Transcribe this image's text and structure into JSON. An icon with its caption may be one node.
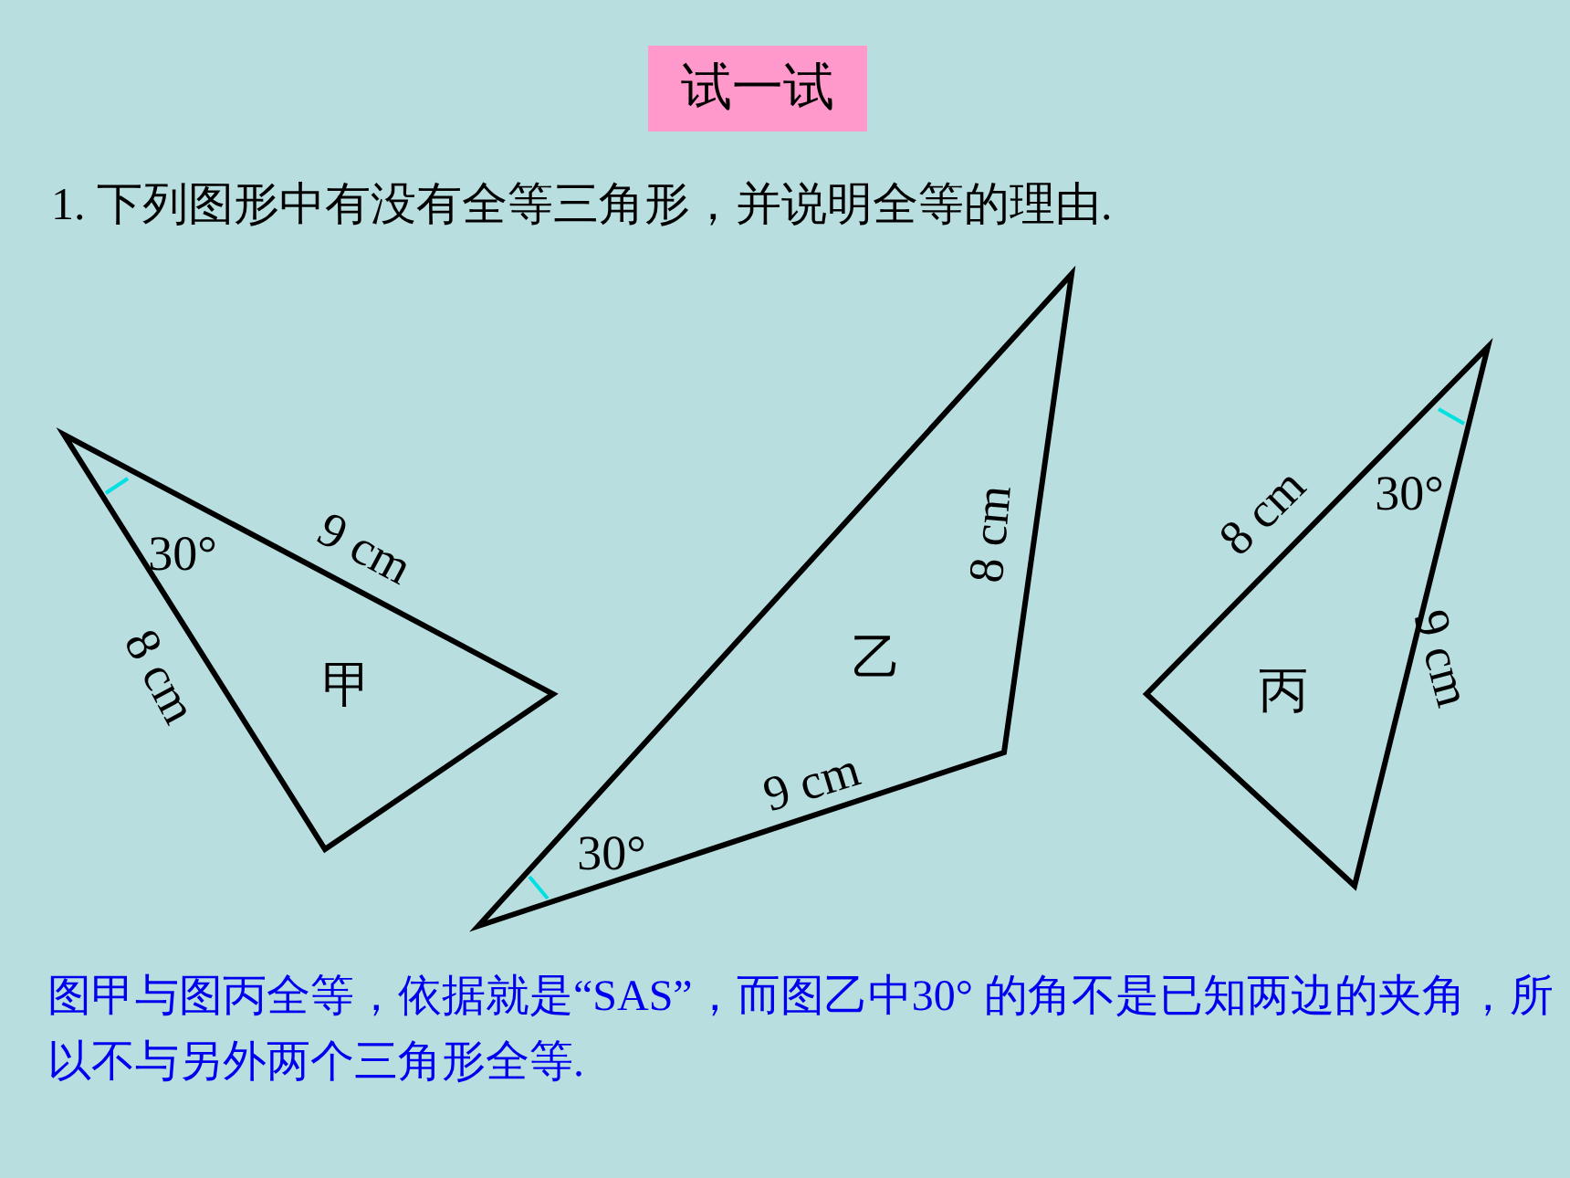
{
  "diagram": {
    "title": "试一试",
    "nodes": [
      {
        "text": [
          "甲",
          "30°",
          "9 cm",
          "8 cm"
        ]
      },
      {
        "text": [
          "乙",
          "8 cm",
          "9 cm",
          "30°"
        ]
      },
      {
        "text": [
          "丙",
          "8 cm",
          "30°",
          "9 cm"
        ]
      }
    ],
    "labels": [
      "1. 下列图形中有没有全等三角形，并说明全等的理由.",
      "图甲与图丙全等，依据就是“SAS”，而图乙中30° 的角不是已知两边的夹角，所以不与另外两个三角形全等."
    ]
  }
}
